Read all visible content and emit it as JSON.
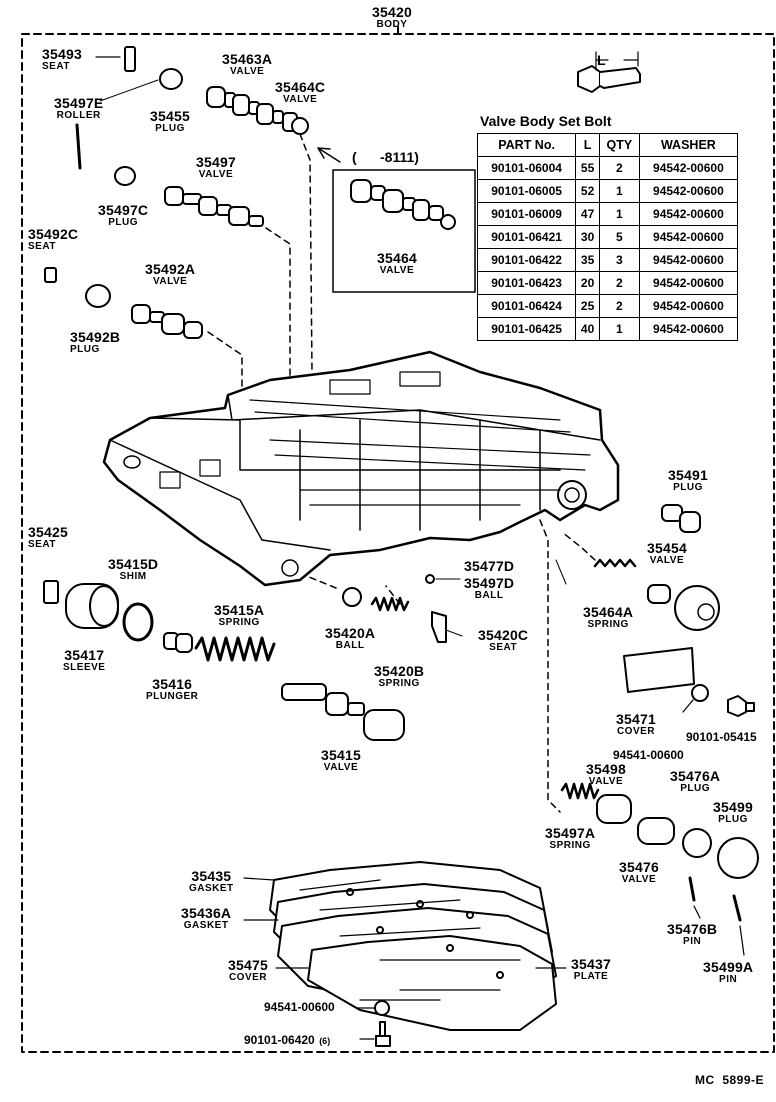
{
  "header": {
    "part_no": "35420",
    "name": "BODY"
  },
  "table": {
    "title": "Valve Body Set Bolt",
    "columns": [
      "PART No.",
      "L",
      "QTY",
      "WASHER"
    ],
    "rows": [
      [
        "90101-06004",
        "55",
        "2",
        "94542-00600"
      ],
      [
        "90101-06005",
        "52",
        "1",
        "94542-00600"
      ],
      [
        "90101-06009",
        "47",
        "1",
        "94542-00600"
      ],
      [
        "90101-06421",
        "30",
        "5",
        "94542-00600"
      ],
      [
        "90101-06422",
        "35",
        "3",
        "94542-00600"
      ],
      [
        "90101-06423",
        "20",
        "2",
        "94542-00600"
      ],
      [
        "90101-06424",
        "25",
        "2",
        "94542-00600"
      ],
      [
        "90101-06425",
        "40",
        "1",
        "94542-00600"
      ]
    ]
  },
  "bolt_dim": "L",
  "inset": {
    "range": "(      -8111)",
    "part_no": "35464",
    "name": "VALVE"
  },
  "labels": {
    "p35493": {
      "no": "35493",
      "name": "SEAT"
    },
    "p35463a": {
      "no": "35463A",
      "name": "VALVE"
    },
    "p35464c": {
      "no": "35464C",
      "name": "VALVE"
    },
    "p35455": {
      "no": "35455",
      "name": "PLUG"
    },
    "p35497e": {
      "no": "35497E",
      "name": "ROLLER"
    },
    "p35497": {
      "no": "35497",
      "name": "VALVE"
    },
    "p35497c": {
      "no": "35497C",
      "name": "PLUG"
    },
    "p35492c": {
      "no": "35492C",
      "name": "SEAT"
    },
    "p35492a": {
      "no": "35492A",
      "name": "VALVE"
    },
    "p35492b": {
      "no": "35492B",
      "name": "PLUG"
    },
    "p35491": {
      "no": "35491",
      "name": "PLUG"
    },
    "p35454": {
      "no": "35454",
      "name": "VALVE"
    },
    "p35425": {
      "no": "35425",
      "name": "SEAT"
    },
    "p35415d": {
      "no": "35415D",
      "name": "SHIM"
    },
    "p35415a": {
      "no": "35415A",
      "name": "SPRING"
    },
    "p35477d": {
      "no": "35477D"
    },
    "p35497d": {
      "no": "35497D",
      "name": "BALL"
    },
    "p35464a": {
      "no": "35464A",
      "name": "SPRING"
    },
    "p35417": {
      "no": "35417",
      "name": "SLEEVE"
    },
    "p35420a": {
      "no": "35420A",
      "name": "BALL"
    },
    "p35420c": {
      "no": "35420C",
      "name": "SEAT"
    },
    "p35416": {
      "no": "35416",
      "name": "PLUNGER"
    },
    "p35420b": {
      "no": "35420B",
      "name": "SPRING"
    },
    "p35471": {
      "no": "35471",
      "name": "COVER"
    },
    "p90101_05415": {
      "no": "90101-05415"
    },
    "p94541_00600a": {
      "no": "94541-00600"
    },
    "p35415": {
      "no": "35415",
      "name": "VALVE"
    },
    "p35498": {
      "no": "35498",
      "name": "VALVE"
    },
    "p35476a": {
      "no": "35476A",
      "name": "PLUG"
    },
    "p35499": {
      "no": "35499",
      "name": "PLUG"
    },
    "p35497a": {
      "no": "35497A",
      "name": "SPRING"
    },
    "p35476": {
      "no": "35476",
      "name": "VALVE"
    },
    "p35435": {
      "no": "35435",
      "name": "GASKET"
    },
    "p35436a": {
      "no": "35436A",
      "name": "GASKET"
    },
    "p35476b": {
      "no": "35476B",
      "name": "PIN"
    },
    "p35475": {
      "no": "35475",
      "name": "COVER"
    },
    "p35437": {
      "no": "35437",
      "name": "PLATE"
    },
    "p35499a": {
      "no": "35499A",
      "name": "PIN"
    },
    "p94541_00600b": {
      "no": "94541-00600"
    },
    "p90101_06420": {
      "no": "90101-06420",
      "qty": "(6)"
    }
  },
  "footer_code": "MC  5899-E"
}
